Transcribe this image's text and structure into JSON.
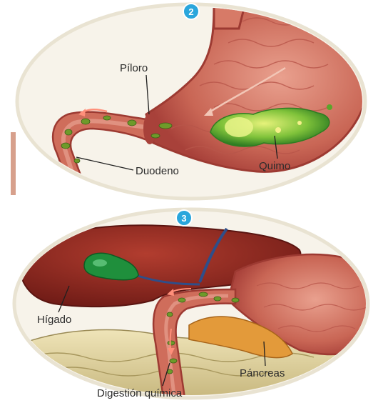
{
  "panels": [
    {
      "step": "2",
      "labels": {
        "pyloric": "Píloro",
        "duodenum": "Duodeno",
        "chyme": "Quimo"
      }
    },
    {
      "step": "3",
      "labels": {
        "liver": "Hígado",
        "pancreas": "Páncreas",
        "digestion": "Digestión química"
      }
    }
  ],
  "colors": {
    "badge": "#2aa6dc",
    "frame": "#e9e3d2",
    "tissue": "#b8493f",
    "liver": "#8e2a22",
    "bile": "#1f8f3c",
    "chyme": "#7fc23a",
    "pancreas": "#e39a3a",
    "fat": "#d9c98f"
  }
}
